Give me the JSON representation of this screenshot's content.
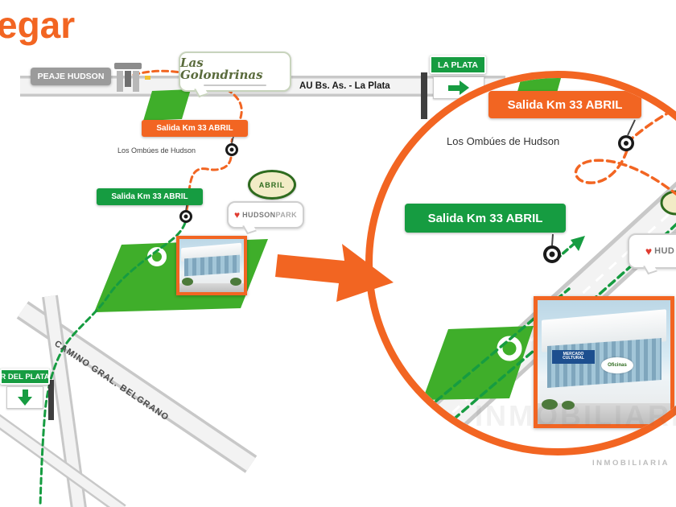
{
  "colors": {
    "orange": "#F26522",
    "green": "#169C41",
    "plot": "#3FAE2A",
    "road_edge": "#C8C8C8",
    "road_fill": "#F3F3F3"
  },
  "title": "egar",
  "icons": {
    "heart": "♥"
  },
  "signs": {
    "peaje": "PEAJE HUDSON",
    "la_plata": "LA PLATA",
    "salida_orange_small": "Salida Km 33 ABRIL",
    "salida_green_small": "Salida Km 33 ABRIL",
    "mar_del_plata": "R DEL PLATA"
  },
  "labels": {
    "highway": "AU Bs. As. - La Plata",
    "ombues_small": "Los Ombúes de Hudson",
    "belgrano": "CAMINO GRAL. BELGRANO"
  },
  "logos": {
    "golondrinas": "Las Golondrinas",
    "abril": "ABRIL",
    "hudson": "HUDSON",
    "park": "PARK",
    "hudson_partial": "HUD"
  },
  "inset": {
    "salida_orange": "Salida Km 33 ABRIL",
    "salida_green": "Salida Km 33 ABRIL",
    "ombues": "Los Ombúes de Hudson",
    "building_banner": "MERCADO CULTURAL",
    "building_oval": "Oficinas"
  },
  "watermark": {
    "small": "INMOBILIARIA",
    "big": "INMOBILIARIA"
  }
}
